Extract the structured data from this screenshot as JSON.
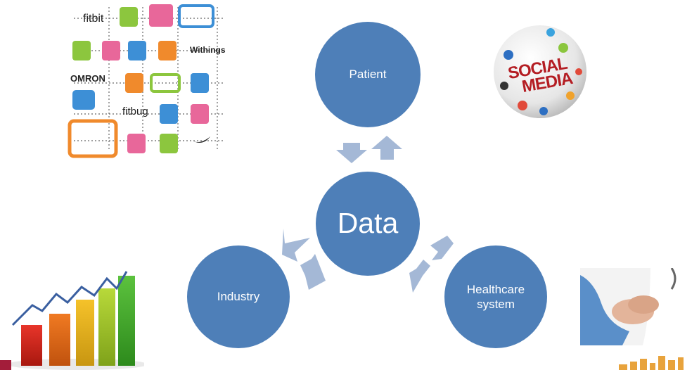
{
  "diagram": {
    "center": {
      "label": "Data"
    },
    "nodes": [
      {
        "id": "patient",
        "label": "Patient"
      },
      {
        "id": "industry",
        "label": "Industry"
      },
      {
        "id": "healthcare",
        "label": "Healthcare system"
      }
    ],
    "healthcare_lines": [
      "Healthcare",
      "system"
    ]
  },
  "images": {
    "devices": {
      "brand_fitbit": "fitbit",
      "brand_withings": "Withings",
      "brand_omron": "OMRON",
      "brand_fitbug": "fitbug"
    },
    "social_media": {
      "line1": "SOCIAL",
      "line2": "MEDIA"
    }
  },
  "colors": {
    "circle_fill": "#4e7fb8",
    "arrow_fill": "#a4b8d6",
    "chart_line": "#3a5fa0",
    "accent_red": "#a31d3a"
  }
}
